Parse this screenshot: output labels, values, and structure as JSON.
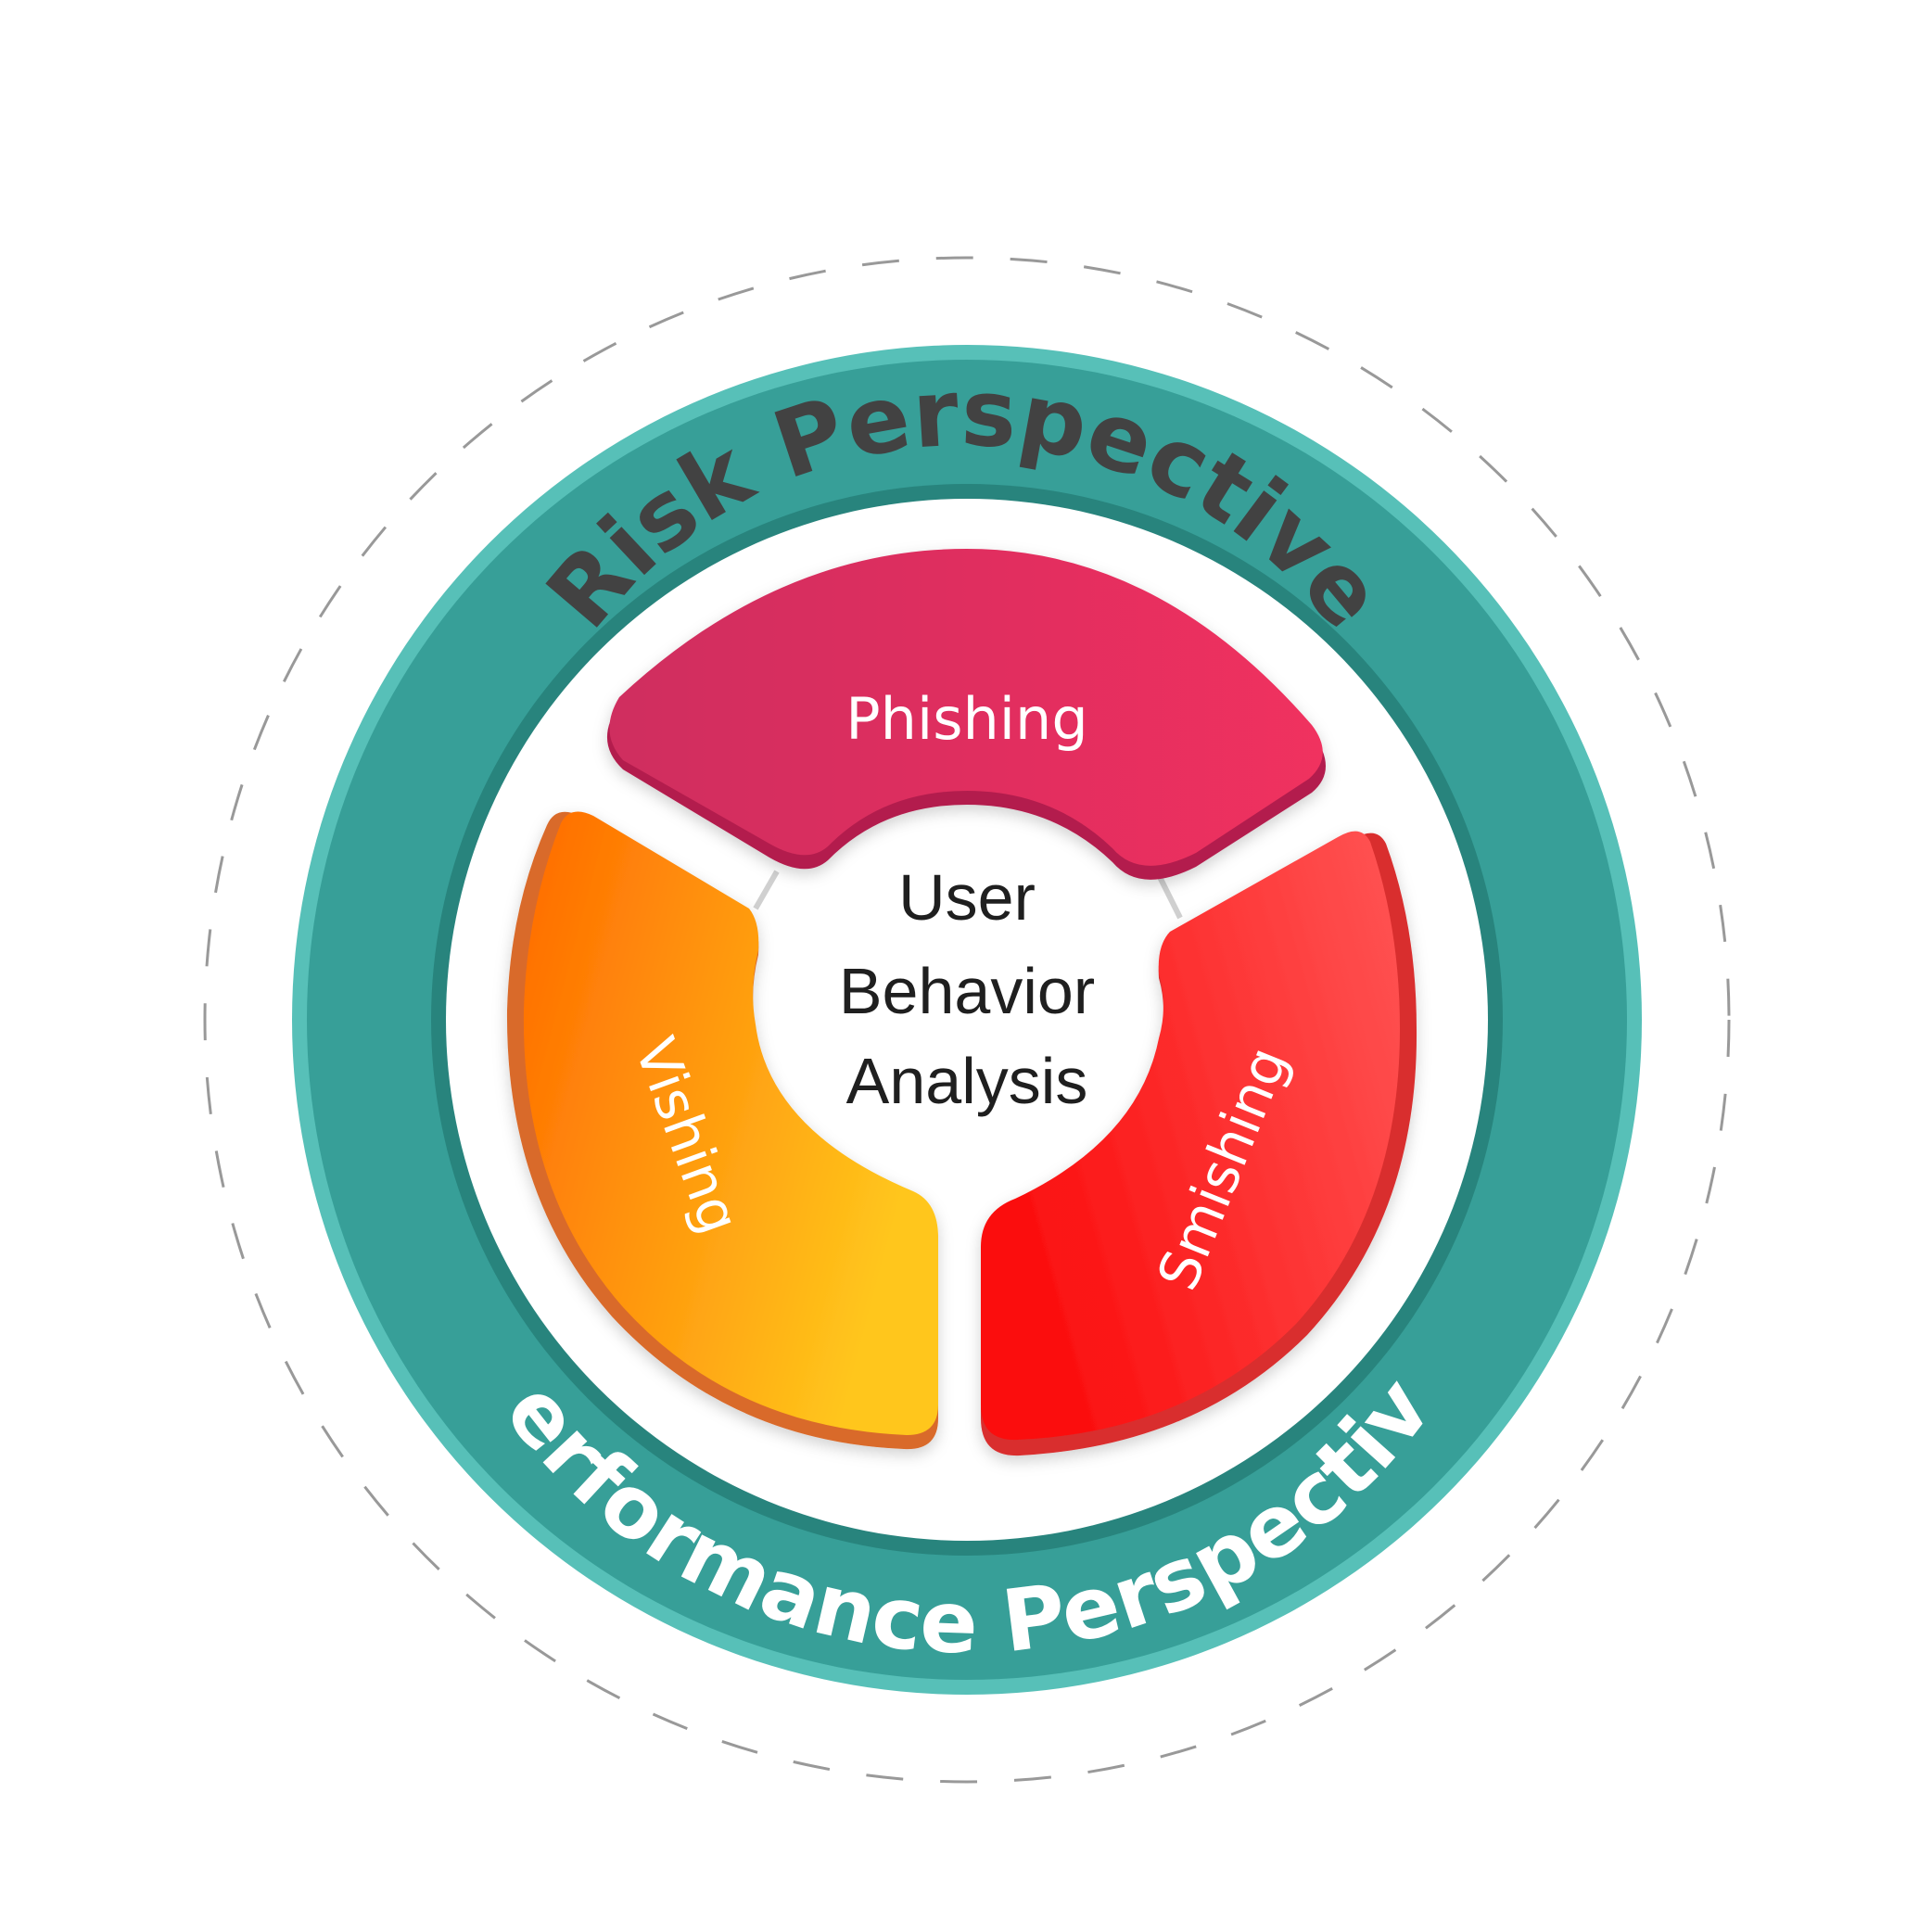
{
  "outer_top_label": "Risk Perspective",
  "outer_bottom_label": "Performance Perspective",
  "center": {
    "lines": [
      "User",
      "Behavior",
      "Analysis"
    ]
  },
  "segments": {
    "top": {
      "label": "Phishing",
      "color_start": "#cf2d5e",
      "color_end": "#f0305f"
    },
    "left": {
      "label": "Vishing",
      "color_start": "#ff6a00",
      "color_end": "#ffc61c"
    },
    "right": {
      "label": "Smishing",
      "color_start": "#fb0f0f",
      "color_end": "#ff5555"
    }
  },
  "colors": {
    "ring_light": "#57c0b8",
    "ring_main": "#379f98",
    "ring_dark": "#28847d",
    "dashed_circle": "#999999",
    "risk_text": "#424242",
    "center_text": "#1f1f1f",
    "white": "#ffffff"
  }
}
